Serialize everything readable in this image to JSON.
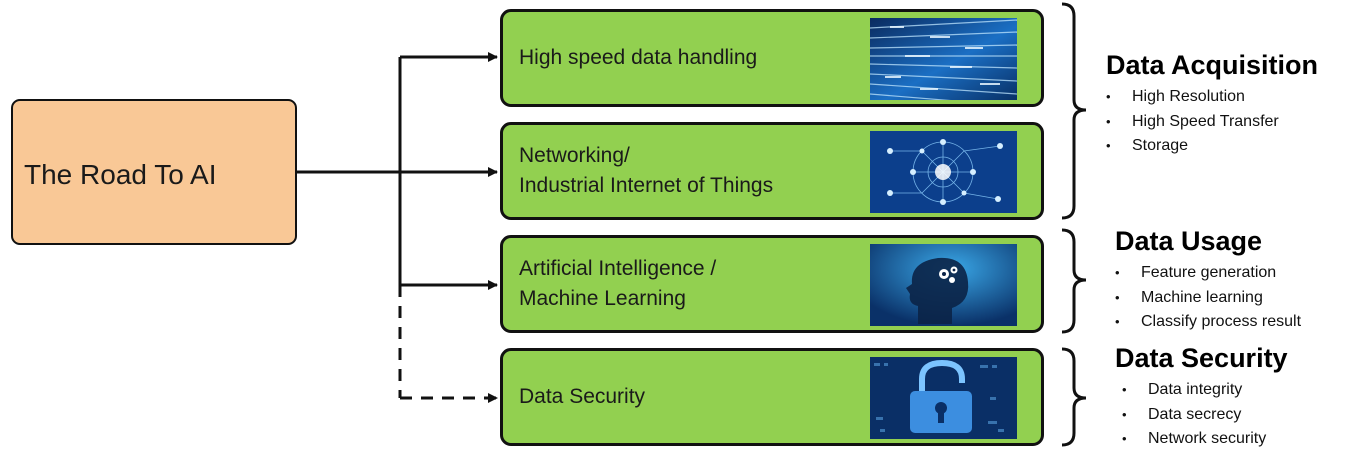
{
  "root": {
    "label": "The Road To AI"
  },
  "stages": [
    {
      "lines": [
        "High speed data handling"
      ],
      "image": "data-stream-image",
      "style": "solid"
    },
    {
      "lines": [
        "Networking/",
        "Industrial Internet of Things"
      ],
      "image": "iot-network-image",
      "style": "solid"
    },
    {
      "lines": [
        "Artificial Intelligence /",
        "Machine Learning"
      ],
      "image": "ai-head-image",
      "style": "solid"
    },
    {
      "lines": [
        "Data Security"
      ],
      "image": "security-lock-image",
      "style": "dashed"
    }
  ],
  "groups": [
    {
      "title": "Data Acquisition",
      "items": [
        "High Resolution",
        "High Speed Transfer",
        "Storage"
      ]
    },
    {
      "title": "Data Usage",
      "items": [
        "Feature generation",
        "Machine learning",
        "Classify process result"
      ]
    },
    {
      "title": "Data Security",
      "items": [
        "Data integrity",
        "Data secrecy",
        "Network security"
      ]
    }
  ],
  "colors": {
    "root_fill": "#f9c896",
    "stage_fill": "#92d050",
    "outline": "#111111",
    "image_blue": "#0d3f8a"
  }
}
